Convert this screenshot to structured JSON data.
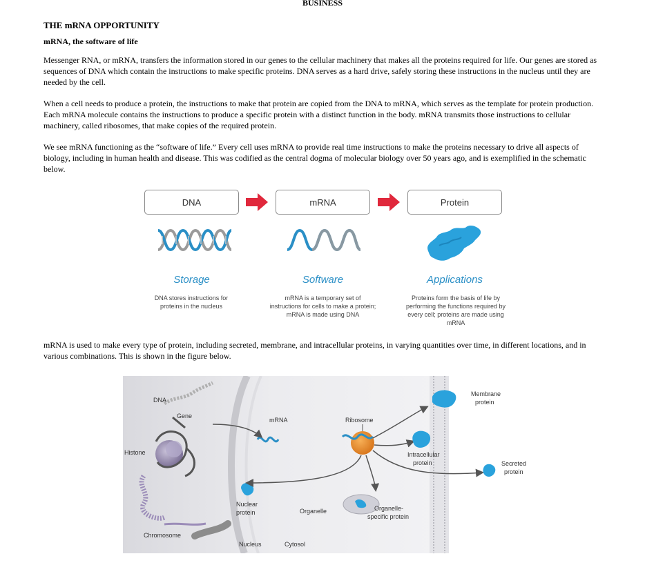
{
  "header": {
    "section": "BUSINESS"
  },
  "title": "THE mRNA OPPORTUNITY",
  "subtitle": "mRNA, the software of life",
  "paragraphs": [
    "Messenger RNA, or mRNA, transfers the information stored in our genes to the cellular machinery that makes all the proteins required for life. Our genes are stored as sequences of DNA which contain the instructions to make specific proteins. DNA serves as a hard drive, safely storing these instructions in the nucleus until they are needed by the cell.",
    "When a cell needs to produce a protein, the instructions to make that protein are copied from the DNA to mRNA, which serves as the template for protein production. Each mRNA molecule contains the instructions to produce a specific protein with a distinct function in the body. mRNA transmits those instructions to cellular machinery, called ribosomes, that make copies of the required protein.",
    "We see mRNA functioning as the “software of life.” Every cell uses mRNA to provide real time instructions to make the proteins necessary to drive all aspects of biology, including in human health and disease. This was codified as the central dogma of molecular biology over 50 years ago, and is exemplified in the schematic below.",
    "mRNA is used to make every type of protein, including secreted, membrane, and intracellular proteins, in varying quantities over time, in different locations, and in various combinations. This is shown in the figure below."
  ],
  "schematic": {
    "stages": [
      {
        "box": "DNA",
        "caption": "Storage",
        "description": "DNA stores instructions for proteins in the nucleus"
      },
      {
        "box": "mRNA",
        "caption": "Software",
        "description": "mRNA is a temporary set of instructions for cells to make a protein; mRNA is made using DNA"
      },
      {
        "box": "Protein",
        "caption": "Applications",
        "description": "Proteins form the basis of life by performing the functions required by every cell; proteins are made using mRNA"
      }
    ],
    "colors": {
      "arrow": "#e0283c",
      "accent": "#2a8fc6",
      "protein": "#2aa2dc",
      "helix_gray": "#9a9a9a"
    }
  },
  "figure": {
    "labels": {
      "dna": "DNA",
      "gene": "Gene",
      "histone": "Histone",
      "chromosome": "Chromosome",
      "mrna": "mRNA",
      "ribosome": "Ribosome",
      "nuclear_protein": [
        "Nuclear",
        "protein"
      ],
      "organelle": "Organelle",
      "organelle_protein": [
        "Organelle-",
        "specific protein"
      ],
      "intracellular_protein": [
        "Intracellular",
        "protein"
      ],
      "membrane_protein": [
        "Membrane",
        "protein"
      ],
      "secreted_protein": [
        "Secreted",
        "protein"
      ],
      "nucleus": "Nucleus",
      "cytosol": "Cytosol"
    }
  }
}
